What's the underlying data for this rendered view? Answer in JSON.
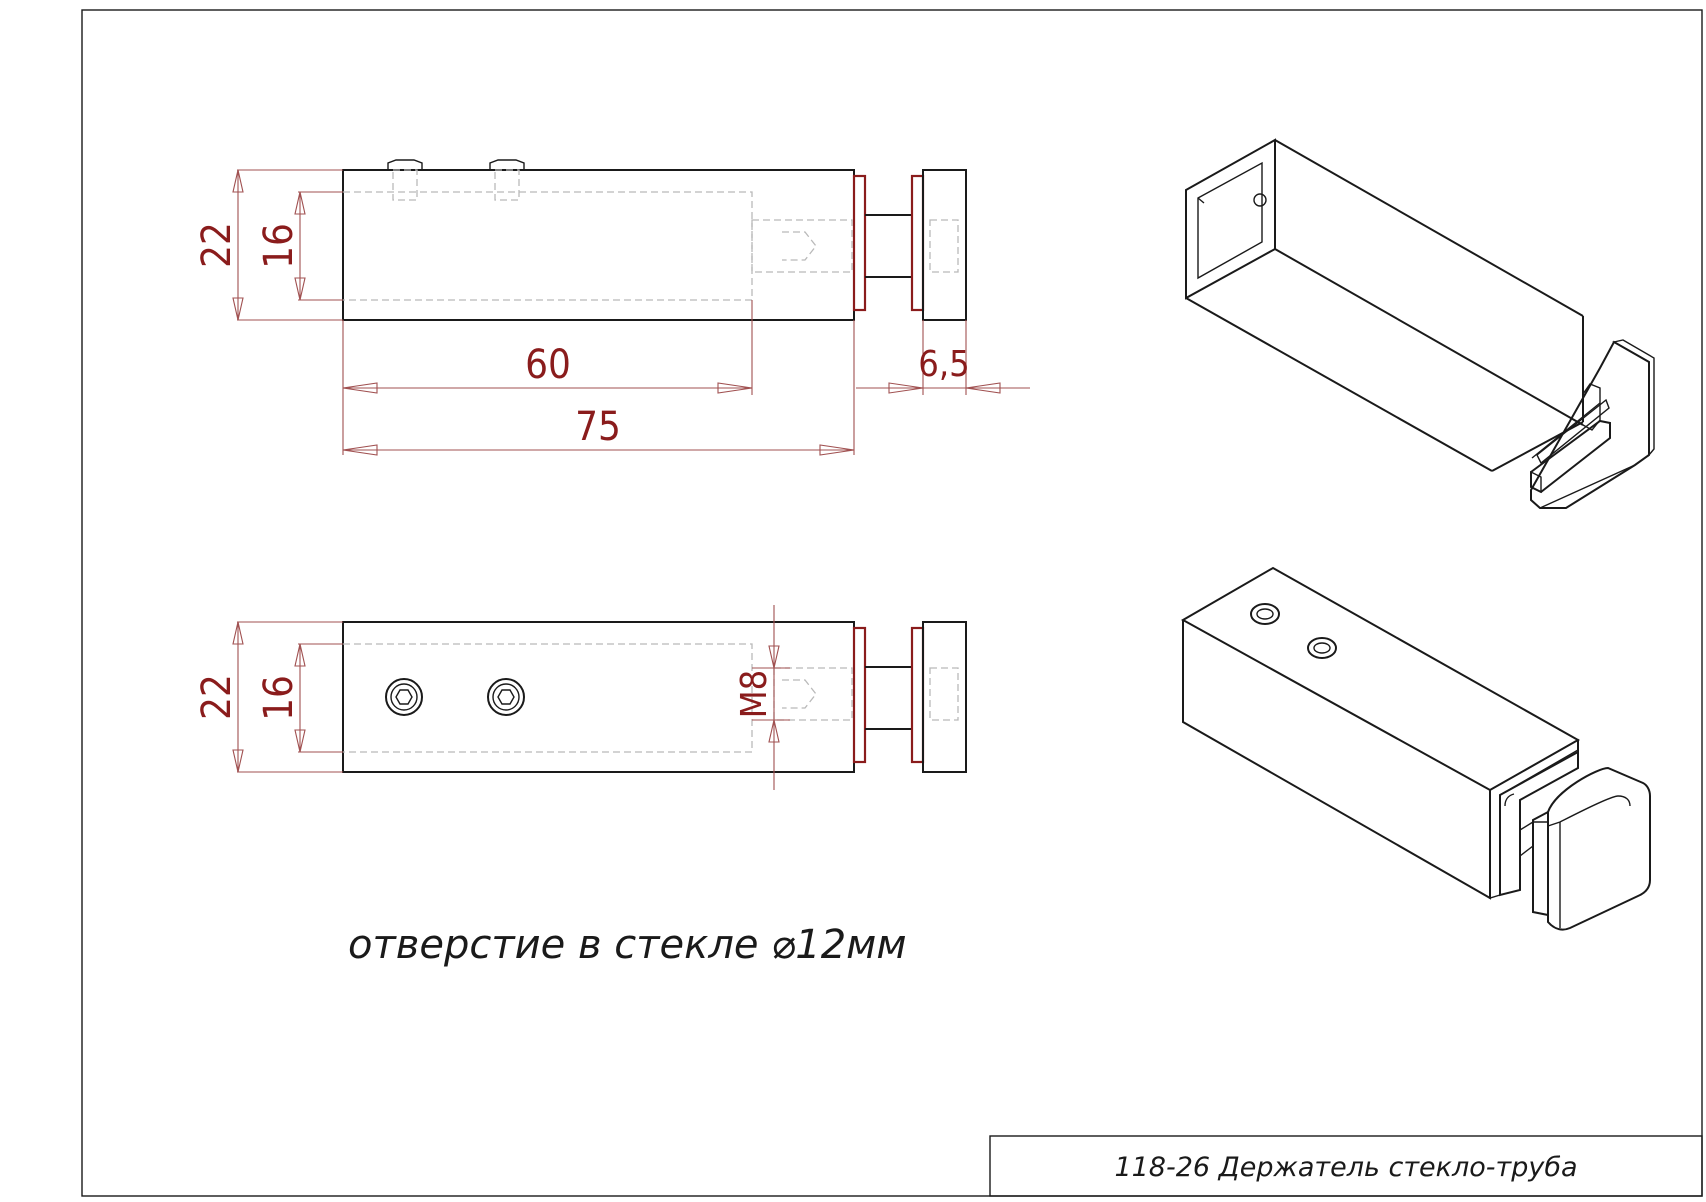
{
  "drawing": {
    "note": "отверстие в стекле ⌀12мм",
    "title": "118-26 Держатель стекло-труба"
  },
  "dimensions": {
    "top_view": {
      "height_outer": "22",
      "height_inner": "16",
      "length_inner": "60",
      "length_total": "75",
      "cap_width": "6,5"
    },
    "bottom_view": {
      "height_outer": "22",
      "height_inner": "16",
      "thread": "M8"
    }
  },
  "colors": {
    "line": "#1a1a1a",
    "dimension": "#8a1c1c",
    "hidden": "#b9b9b9"
  }
}
